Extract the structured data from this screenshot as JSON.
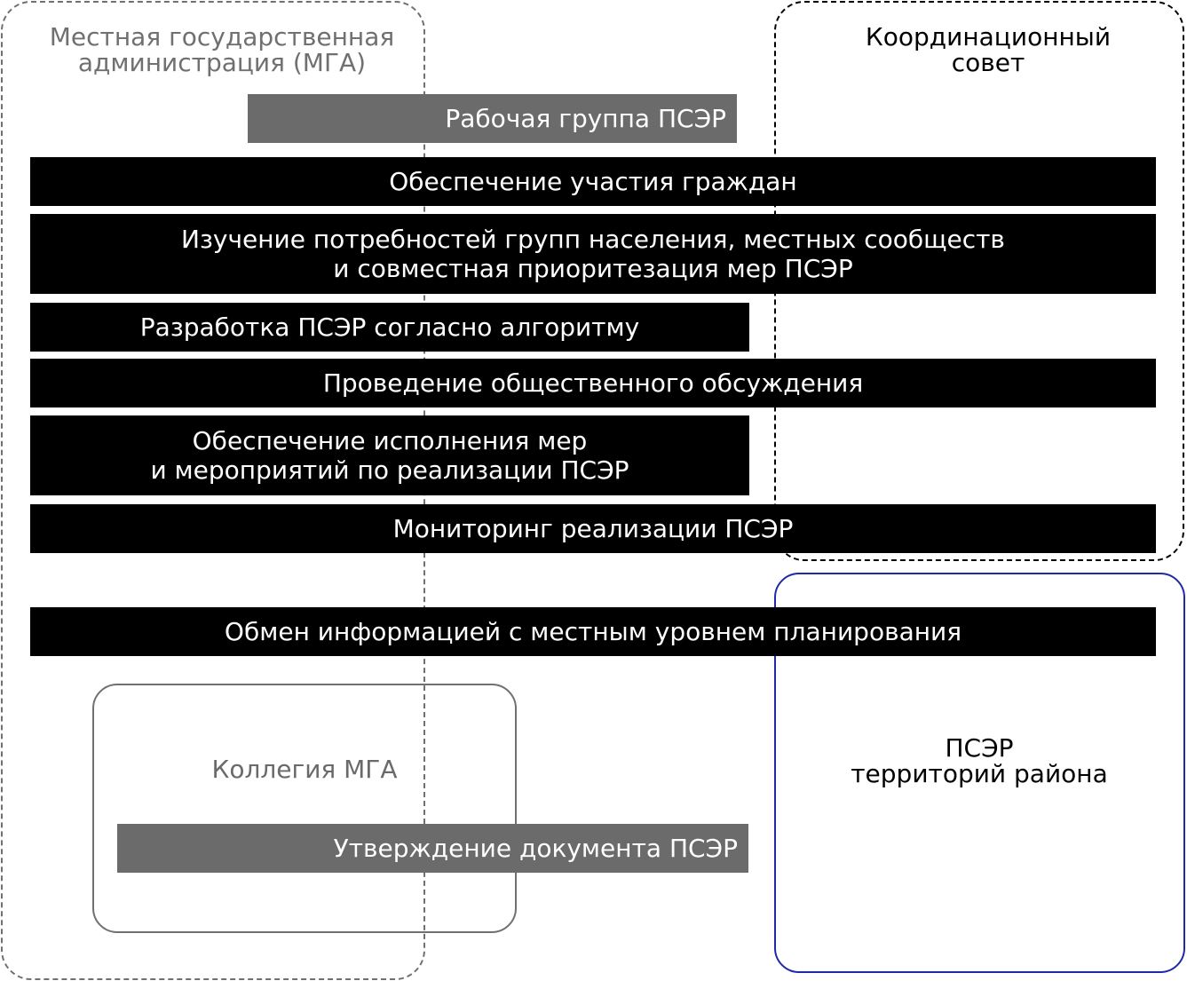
{
  "regions": {
    "mga": {
      "title_line1": "Местная государственная",
      "title_line2": "администрация (МГА)"
    },
    "council": {
      "title_line1": "Координационный",
      "title_line2": "совет"
    },
    "territory": {
      "title_line1": "ПСЭР",
      "title_line2": "территорий района"
    },
    "collegium": {
      "title": "Коллегия МГА"
    }
  },
  "process": {
    "working_group": "Рабочая группа ПСЭР",
    "citizen_participation": "Обеспечение участия граждан",
    "needs_study_line1": "Изучение потребностей групп населения, местных сообществ",
    "needs_study_line2": "и совместная приоритезация мер ПСЭР",
    "development": "Разработка ПСЭР согласно алгоритму",
    "public_discussion": "Проведение общественного обсуждения",
    "implementation_line1": "Обеспечение исполнения мер",
    "implementation_line2": "и мероприятий по реализации ПСЭР",
    "monitoring": "Мониторинг реализации ПСЭР",
    "info_exchange": "Обмен информацией с местным уровнем планирования",
    "approval": "Утверждение документа ПСЭР"
  },
  "colors": {
    "bar_dark": "#000000",
    "bar_gray": "#6b6b6b",
    "mga_border": "#707070",
    "council_border": "#000000",
    "territory_border": "#1f2aa8"
  }
}
